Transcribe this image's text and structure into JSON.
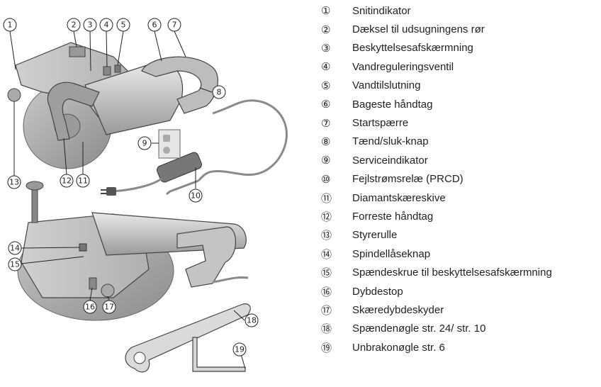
{
  "legend": [
    {
      "num": "①",
      "label": "Snitindikator"
    },
    {
      "num": "②",
      "label": "Dæksel til udsugningens rør"
    },
    {
      "num": "③",
      "label": "Beskyttelsesafskærmning"
    },
    {
      "num": "④",
      "label": "Vandreguleringsventil"
    },
    {
      "num": "⑤",
      "label": "Vandtilslutning"
    },
    {
      "num": "⑥",
      "label": "Bageste håndtag"
    },
    {
      "num": "⑦",
      "label": "Startspærre"
    },
    {
      "num": "⑧",
      "label": "Tænd/sluk-knap"
    },
    {
      "num": "⑨",
      "label": "Serviceindikator"
    },
    {
      "num": "⑩",
      "label": "Fejlstrømsrelæ (PRCD)"
    },
    {
      "num": "⑪",
      "label": "Diamantskæreskive"
    },
    {
      "num": "⑫",
      "label": "Forreste håndtag"
    },
    {
      "num": "⑬",
      "label": "Styrerulle"
    },
    {
      "num": "⑭",
      "label": "Spindellåseknap"
    },
    {
      "num": "⑮",
      "label": "Spændeskrue til beskyttelsesafskærmning"
    },
    {
      "num": "⑯",
      "label": "Dybdestop"
    },
    {
      "num": "⑰",
      "label": "Skæredybdeskyder"
    },
    {
      "num": "⑱",
      "label": "Spændenøgle str. 24/ str. 10"
    },
    {
      "num": "⑲",
      "label": "Unbrakonøgle str. 6"
    }
  ],
  "callouts": [
    "1",
    "2",
    "3",
    "4",
    "5",
    "6",
    "7",
    "8",
    "9",
    "10",
    "11",
    "12",
    "13",
    "14",
    "15",
    "16",
    "17",
    "18",
    "19"
  ]
}
